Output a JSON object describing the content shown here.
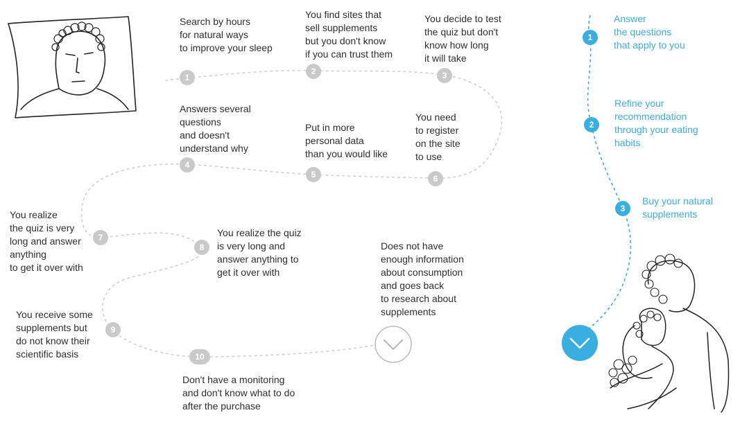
{
  "old_journey": {
    "steps": [
      {
        "n": "1",
        "text": "Search by hours\nfor natural ways\nto improve your sleep"
      },
      {
        "n": "2",
        "text": "You find sites that\nsell supplements\nbut you don't know\nif you can trust them"
      },
      {
        "n": "3",
        "text": "You decide to test\nthe quiz but don't\nknow how long\nit will take"
      },
      {
        "n": "4",
        "text": "Answers several\nquestions\nand doesn't\nunderstand why"
      },
      {
        "n": "5",
        "text": "Put in more\npersonal data\nthan you would like"
      },
      {
        "n": "6",
        "text": "You need\nto register\non the site\nto use"
      },
      {
        "n": "7",
        "text": "You realize\nthe quiz is very\nlong and answer\nanything\nto get it over with"
      },
      {
        "n": "8",
        "text": "You realize the quiz\nis very long and\nanswer anything to\nget it over with"
      },
      {
        "n": "9",
        "text": "You receive some\nsupplements but\ndo not know their\nscientific basis"
      },
      {
        "n": "10",
        "text": "Don't have a monitoring\nand don't know what to do\nafter the purchase"
      }
    ],
    "end_text": "Does not have\nenough information\nabout consumption\nand goes back\nto research about\nsupplements"
  },
  "new_journey": {
    "steps": [
      {
        "n": "1",
        "text": "Answer\nthe questions\nthat apply to you"
      },
      {
        "n": "2",
        "text": "Refine your\nrecommendation\nthrough your eating\nhabits"
      },
      {
        "n": "3",
        "text": "Buy your natural\nsupplements"
      }
    ]
  },
  "colors": {
    "accent": "#39aee0",
    "grey_dot": "#c9c9c9",
    "text": "#2e2e2e"
  }
}
